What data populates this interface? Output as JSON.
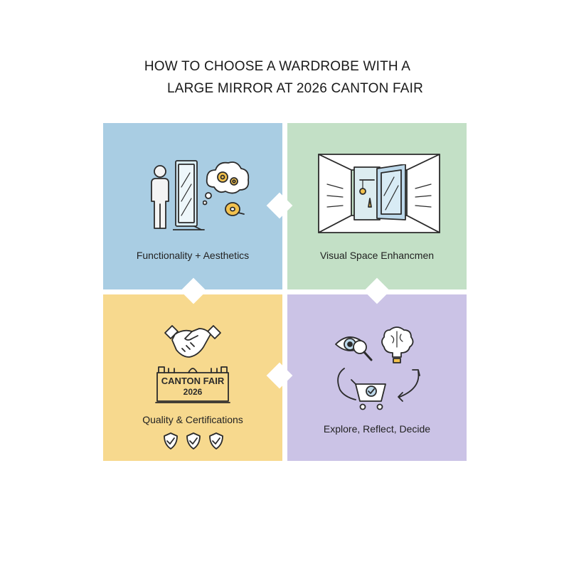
{
  "title": {
    "line1": "HOW TO CHOOSE A WARDROBE  WITH A",
    "line2": "LARGE MIRROR AT 2026 CANTON FAIR"
  },
  "quadrants": [
    {
      "label": "Functionality + Aesthetics",
      "color": "#a9cde3",
      "icons": [
        "person-icon",
        "mirror-icon",
        "thought-gears-icon",
        "measuring-tape-icon"
      ]
    },
    {
      "label": "Visual Space Enhancmen",
      "color": "#c3e0c6",
      "icons": [
        "room-perspective-icon",
        "mirror-wardrobe-icon"
      ]
    },
    {
      "label": "Quality & Certifications",
      "color": "#f7d98e",
      "icons": [
        "handshake-icon",
        "fair-building-icon",
        "shield-check-icon"
      ],
      "sign": {
        "line1": "CANTON FAIR",
        "line2": "2026"
      }
    },
    {
      "label": "Explore, Reflect, Decide",
      "color": "#cbc3e6",
      "icons": [
        "eye-magnifier-icon",
        "brain-bulb-icon",
        "shopping-cart-icon",
        "cycle-arrow-icon"
      ]
    }
  ]
}
